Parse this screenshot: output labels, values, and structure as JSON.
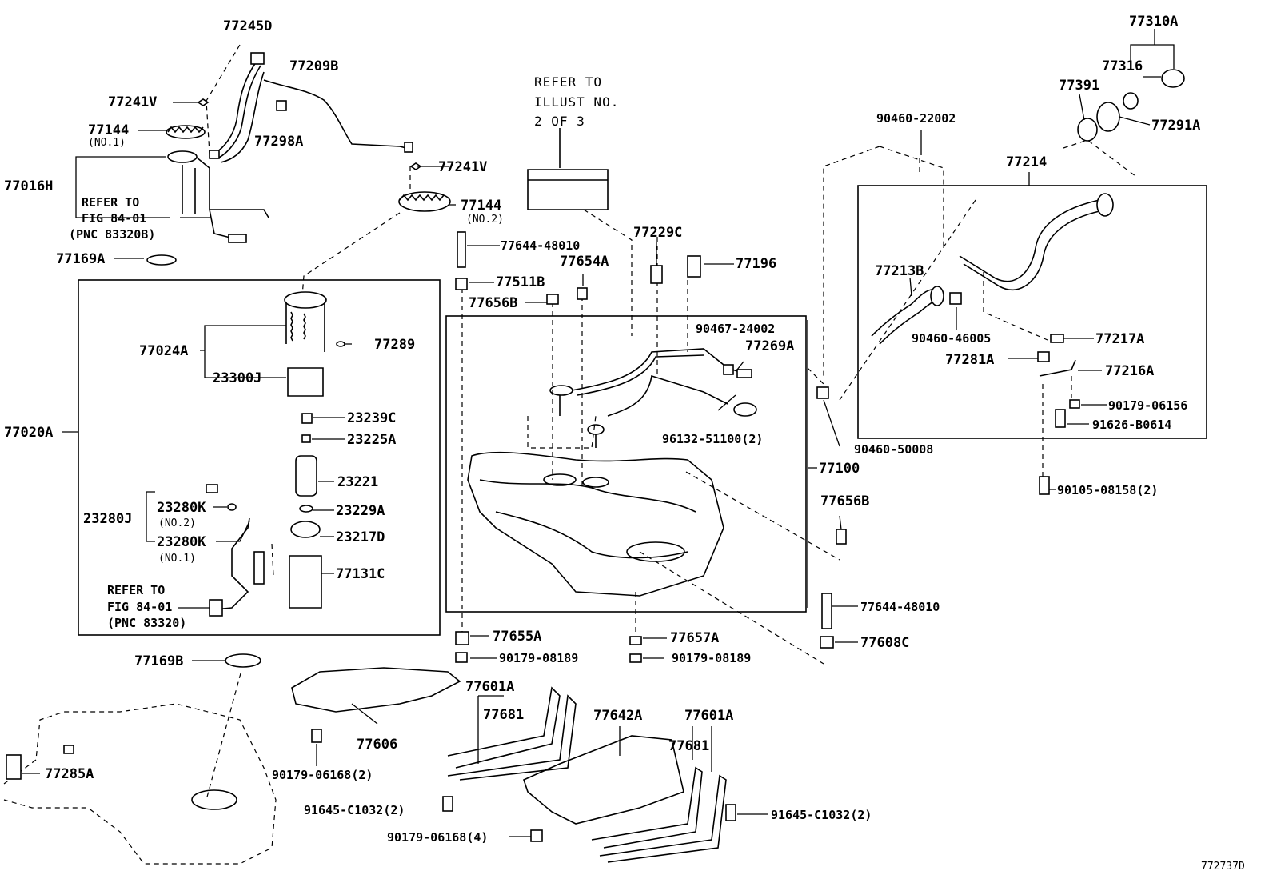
{
  "diagram": {
    "labels": {
      "p77245D": "77245D",
      "p77209B": "77209B",
      "p77241V_1": "77241V",
      "p77144_1": "77144",
      "no1_a": "(NO.1)",
      "p77298A": "77298A",
      "p77016H": "77016H",
      "refer_a1": "REFER TO",
      "refer_a2": "FIG 84-01",
      "refer_a3": "(PNC 83320B)",
      "p77241V_2": "77241V",
      "p77144_2": "77144",
      "no2_a": "(NO.2)",
      "p77169A": "77169A",
      "p77024A": "77024A",
      "p77289": "77289",
      "p23300J": "23300J",
      "p23239C": "23239C",
      "p23225A": "23225A",
      "p77020A": "77020A",
      "p23221": "23221",
      "p23280J": "23280J",
      "p23280K_1": "23280K",
      "no2_b": "(NO.2)",
      "p23229A": "23229A",
      "p23280K_2": "23280K",
      "no1_b": "(NO.1)",
      "p23217D": "23217D",
      "p77131C": "77131C",
      "refer_b1": "REFER TO",
      "refer_b2": "FIG 84-01",
      "refer_b3": "(PNC 83320)",
      "p77169B": "77169B",
      "p77285A": "77285A",
      "refer_c1": "REFER TO",
      "refer_c2": "ILLUST NO.",
      "refer_c3": "2 OF 3",
      "p77644_1": "77644-48010",
      "p77511B": "77511B",
      "p77654A": "77654A",
      "p77656B_1": "77656B",
      "p77229C": "77229C",
      "p77196": "77196",
      "p90467": "90467-24002",
      "p77269A": "77269A",
      "p96132": "96132-51100(2)",
      "p77100": "77100",
      "p90460_50008": "90460-50008",
      "p77656B_2": "77656B",
      "p77644_2": "77644-48010",
      "p77608C": "77608C",
      "p77655A": "77655A",
      "p90179_08189_1": "90179-08189",
      "p77657A": "77657A",
      "p90179_08189_2": "90179-08189",
      "p77606": "77606",
      "p90179_06168_2": "90179-06168(2)",
      "p77601A_1": "77601A",
      "p77681_1": "77681",
      "p77642A": "77642A",
      "p91645_1": "91645-C1032(2)",
      "p90179_06168_4": "90179-06168(4)",
      "p77601A_2": "77601A",
      "p77681_2": "77681",
      "p91645_2": "91645-C1032(2)",
      "p90460_22002": "90460-22002",
      "p77310A": "77310A",
      "p77316": "77316",
      "p77391": "77391",
      "p77291A": "77291A",
      "p77214": "77214",
      "p77213B": "77213B",
      "p90460_46005": "90460-46005",
      "p77217A": "77217A",
      "p77281A": "77281A",
      "p77216A": "77216A",
      "p90179_06156": "90179-06156",
      "p91626": "91626-B0614",
      "p90105": "90105-08158(2)",
      "figure_id": "772737D"
    }
  }
}
